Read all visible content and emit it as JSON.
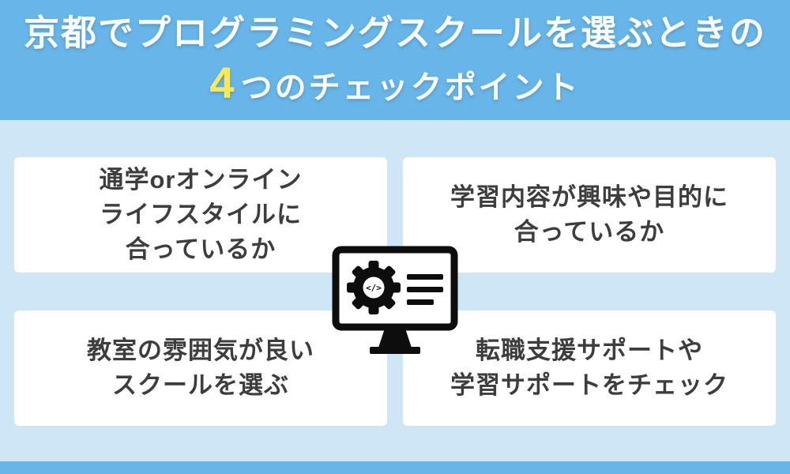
{
  "colors": {
    "banner-blue": "#68b6e9",
    "bg-blue": "#cfe6f6",
    "card-white": "#ffffff",
    "text-dark": "#3d3d3d",
    "accent-yellow": "#ffe94e",
    "icon-black": "#0d0d0d"
  },
  "header": {
    "line1": "京都でプログラミングスクールを選ぶときの",
    "count": "4",
    "line2_rest": "つのチェックポイント"
  },
  "cards": [
    {
      "text": "通学orオンライン\nライフスタイルに\n合っているか"
    },
    {
      "text": "学習内容が興味や目的に\n合っているか"
    },
    {
      "text": "教室の雰囲気が良い\nスクールを選ぶ"
    },
    {
      "text": "転職支援サポートや\n学習サポートをチェック"
    }
  ],
  "icon": {
    "name": "monitor-gear-code-icon",
    "code_glyph": "</>"
  }
}
